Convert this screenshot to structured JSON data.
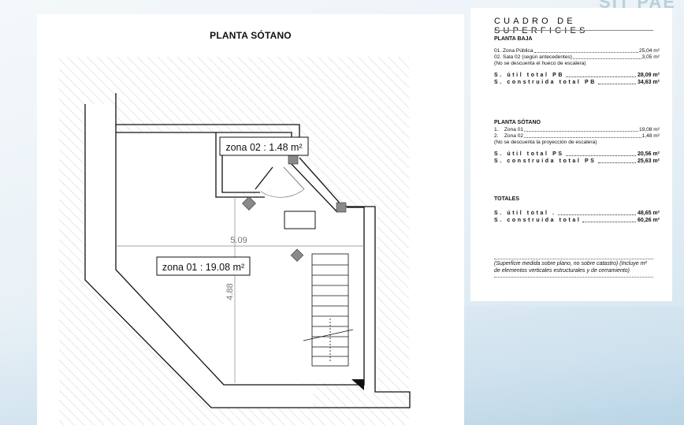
{
  "plan": {
    "title": "PLANTA SÓTANO",
    "zone02_label": "zona 02 : 1.48 m²",
    "zone01_label": "zona 01 : 19.08 m²",
    "dim_width": "5.09",
    "dim_height": "4.88"
  },
  "surfaces": {
    "heading": "CUADRO DE SUPERFICIES",
    "baja": {
      "title": "PLANTA BAJA",
      "rows": [
        {
          "label": "01. Zona Pública",
          "value": "25,04 m²"
        },
        {
          "label": "02. Sala 02 (según antecedentes)",
          "value": "3,05 m²"
        }
      ],
      "note": "(No se descuenta el hueco de escalera)",
      "util_label": "S. útil total PB",
      "util_value": "28,09 m²",
      "constr_label": "S. construida total PB",
      "constr_value": "34,63 m²"
    },
    "sotano": {
      "title": "PLANTA SÓTANO",
      "rows": [
        {
          "label": "1.    Zona 01",
          "value": "19,08 m²"
        },
        {
          "label": "2.    Zona 02",
          "value": "1,48 m²"
        }
      ],
      "note": "(No se descuenta la proyección de escalera)",
      "util_label": "S. útil total PS",
      "util_value": "20,56 m²",
      "constr_label": "S. construida total PS",
      "constr_value": "25,63 m²"
    },
    "totales": {
      "title": "TOTALES",
      "util_label": "S. útil total .",
      "util_value": "48,65 m²",
      "constr_label": "S. construida total",
      "constr_value": "60,26 m²"
    },
    "footnote": "(Superficie medida sobre plano, no sobre catastro) (Incluye m² de elementos verticales estructurales y de cerramiento)"
  }
}
